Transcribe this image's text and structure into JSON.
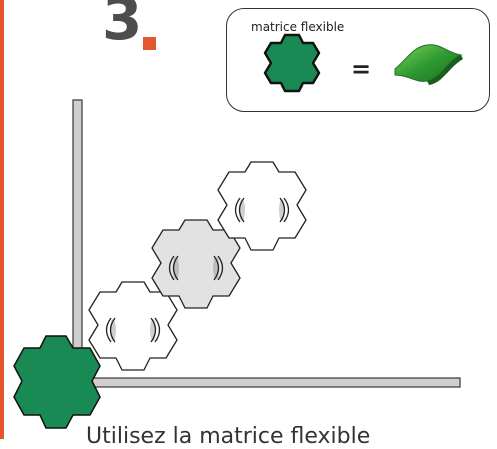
{
  "step": {
    "number": "3",
    "dot_color": "#e4572e"
  },
  "legend": {
    "label": "matrice flexible",
    "equals": "=",
    "tile_color": "#1a8a55",
    "sheet_color": "#3fae3a"
  },
  "caption": "Utilisez la matrice flexible"
}
